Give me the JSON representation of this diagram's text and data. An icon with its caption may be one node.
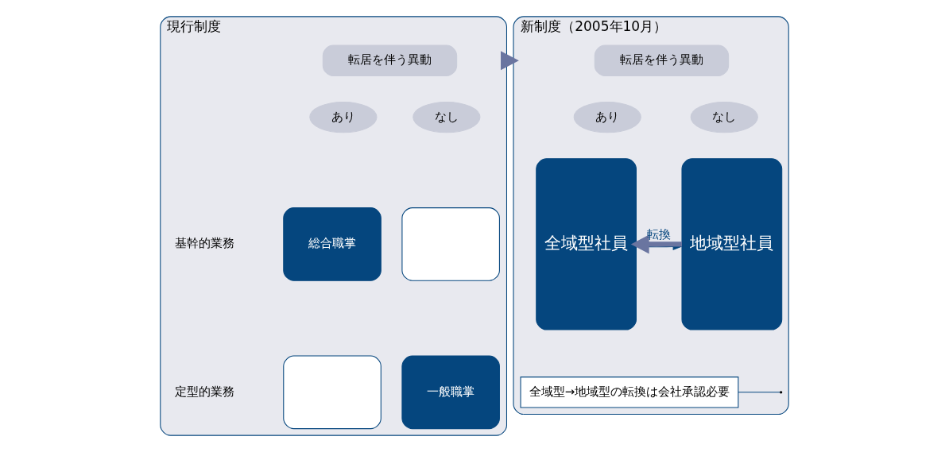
{
  "diagram": {
    "nodes": [
      {
        "text": [
          "現行制度"
        ]
      },
      {
        "text": [
          "転居を伴う異動"
        ],
        "in": 0
      },
      {
        "text": [
          "あり"
        ],
        "in": 0
      },
      {
        "text": [
          "なし"
        ],
        "in": 0
      },
      {
        "text": [
          "総合職掌"
        ],
        "in": 0
      },
      {
        "text": [],
        "shape": "box",
        "in": 0
      },
      {
        "text": [],
        "shape": "box",
        "in": 0
      },
      {
        "text": [
          "一般職掌"
        ],
        "in": 0
      },
      {
        "text": [
          "新制度（2005年10月）"
        ]
      },
      {
        "text": [
          "転居を伴う異動"
        ],
        "in": 8
      },
      {
        "text": [
          "あり"
        ],
        "in": 8
      },
      {
        "text": [
          "なし"
        ],
        "in": 8
      },
      {
        "text": [
          "全域型社員"
        ],
        "in": 8
      },
      {
        "text": [
          "地域型社員"
        ],
        "in": 8
      },
      {
        "text": [
          "全域型→地域型の転換は会社承認必要"
        ],
        "in": 8
      }
    ],
    "edges": [
      {
        "from": 0,
        "to": 8,
        "arrow": "to",
        "style": "thick",
        "color": "#6a75a0"
      },
      {
        "from": 13,
        "to": 12,
        "arrow": "to",
        "label": "転換",
        "style": "thick",
        "color": "#6a75a0"
      },
      {
        "from": 12,
        "to": 13,
        "arrow": "to",
        "color": "#05467e"
      },
      {
        "from": 14,
        "to": null,
        "arrow": "none",
        "color": "#05467e"
      }
    ],
    "labels": [
      "基幹的業務",
      "定型的業務"
    ]
  }
}
